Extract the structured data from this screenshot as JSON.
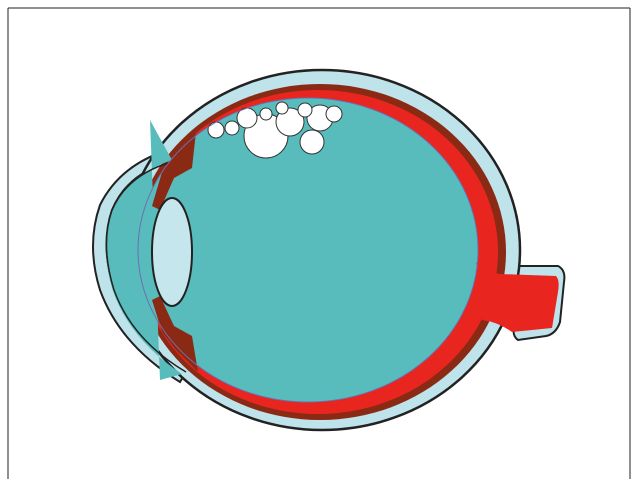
{
  "diagram": {
    "subject": "eye-cross-section",
    "parts": [
      {
        "id": "sclera",
        "color": "#bfe3ea"
      },
      {
        "id": "choroid",
        "color": "#8b2a14"
      },
      {
        "id": "retina",
        "color": "#e8261f"
      },
      {
        "id": "vitreous-body",
        "color": "#58bcbd"
      },
      {
        "id": "lens",
        "color": "#c6e6ee"
      },
      {
        "id": "optic-nerve",
        "color": "#e8261f"
      },
      {
        "id": "floaters",
        "color": "#ffffff"
      }
    ],
    "outline_color": "#222222",
    "background_color": "#ffffff"
  }
}
